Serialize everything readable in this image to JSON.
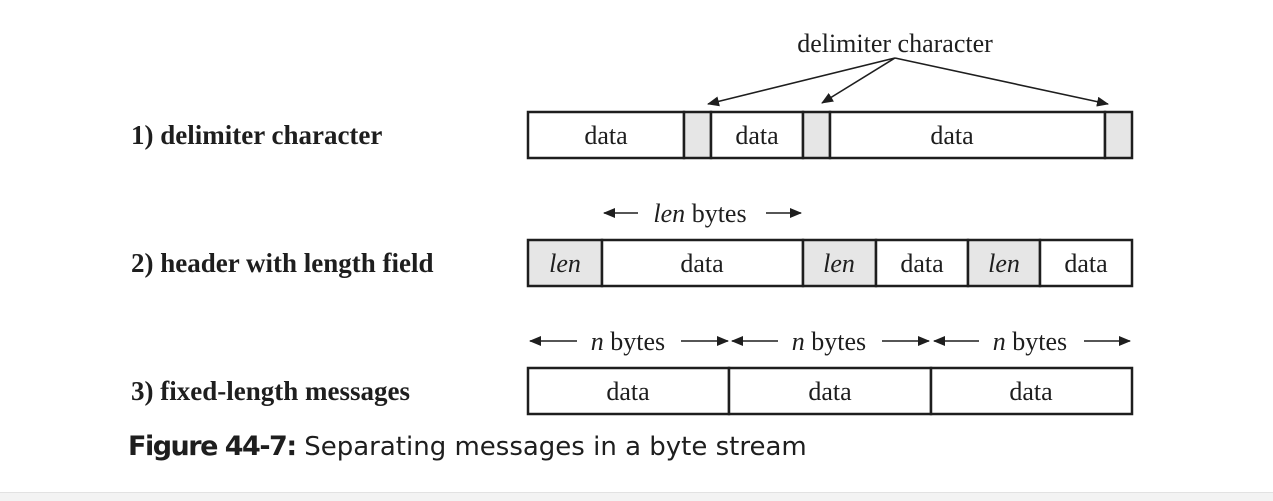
{
  "diagram": {
    "rows": [
      {
        "label": "1) delimiter character",
        "cells": [
          {
            "text": "data",
            "italic": false,
            "shaded": false
          },
          {
            "text": "",
            "italic": false,
            "shaded": true
          },
          {
            "text": "data",
            "italic": false,
            "shaded": false
          },
          {
            "text": "",
            "italic": false,
            "shaded": true
          },
          {
            "text": "data",
            "italic": false,
            "shaded": false
          },
          {
            "text": "",
            "italic": false,
            "shaded": true
          }
        ]
      },
      {
        "label": "2) header with length field",
        "cells": [
          {
            "text": "len",
            "italic": true,
            "shaded": true
          },
          {
            "text": "data",
            "italic": false,
            "shaded": false
          },
          {
            "text": "len",
            "italic": true,
            "shaded": true
          },
          {
            "text": "data",
            "italic": false,
            "shaded": false
          },
          {
            "text": "len",
            "italic": true,
            "shaded": true
          },
          {
            "text": "data",
            "italic": false,
            "shaded": false
          }
        ]
      },
      {
        "label": "3) fixed-length messages",
        "cells": [
          {
            "text": "data",
            "italic": false,
            "shaded": false
          },
          {
            "text": "data",
            "italic": false,
            "shaded": false
          },
          {
            "text": "data",
            "italic": false,
            "shaded": false
          }
        ]
      }
    ],
    "delimiter_annotation": "delimiter character",
    "len_annotation": {
      "var": "len",
      "unit": "bytes"
    },
    "n_annotation": {
      "var": "n",
      "unit": "bytes"
    },
    "colors": {
      "shade": "#e6e6e6",
      "stroke": "#1e1e1e"
    }
  },
  "caption": {
    "number": "Figure 44-7:",
    "text": "Separating messages in a byte stream"
  }
}
